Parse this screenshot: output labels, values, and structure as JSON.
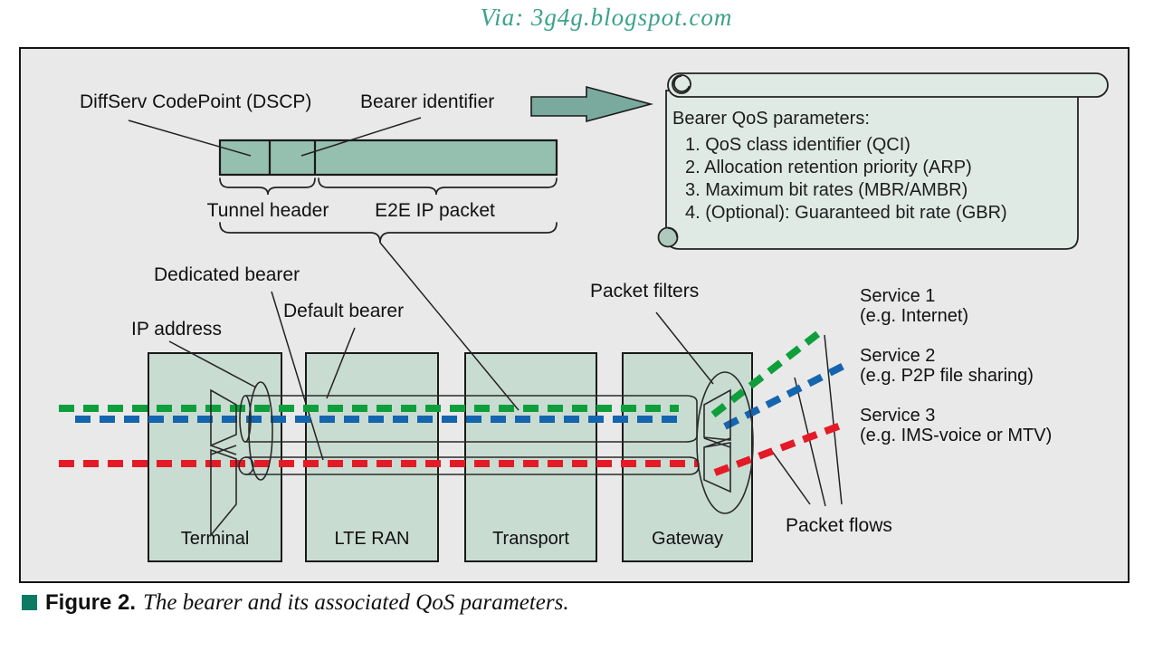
{
  "credit": "Via: 3g4g.blogspot.com",
  "diagram": {
    "packet_bar": {
      "dscp_label": "DiffServ CodePoint (DSCP)",
      "bearer_identifier_label": "Bearer identifier",
      "tunnel_header_label": "Tunnel header",
      "e2e_ip_packet_label": "E2E IP packet"
    },
    "qos_scroll": {
      "title": "Bearer QoS parameters:",
      "items": [
        "1. QoS class identifier (QCI)",
        "2. Allocation retention priority (ARP)",
        "3. Maximum bit rates (MBR/AMBR)",
        "4. (Optional): Guaranteed bit rate (GBR)"
      ]
    },
    "bearer_labels": {
      "dedicated": "Dedicated bearer",
      "default": "Default bearer",
      "ip_address": "IP address"
    },
    "nodes": [
      "Terminal",
      "LTE RAN",
      "Transport",
      "Gateway"
    ],
    "packet_filters_label": "Packet filters",
    "packet_flows_label": "Packet flows",
    "services": [
      {
        "name": "Service 1",
        "example": "(e.g. Internet)"
      },
      {
        "name": "Service 2",
        "example": "(e.g. P2P file sharing)"
      },
      {
        "name": "Service 3",
        "example": "(e.g. IMS-voice or MTV)"
      }
    ],
    "colors": {
      "service1_green": "#0f9e3c",
      "service2_blue": "#1565ae",
      "service3_red": "#e31b26",
      "node_fill": "#c9dcd2",
      "bar_fill": "#95bfae",
      "arrow_fill": "#79aa9d",
      "scroll_fill": "#e0eae5",
      "panel_background": "#e9e9e9",
      "credit_teal": "#3ba28c",
      "caption_bullet": "#0d7a63"
    }
  },
  "caption": {
    "label": "Figure 2.",
    "text": "The bearer and its associated QoS parameters."
  }
}
